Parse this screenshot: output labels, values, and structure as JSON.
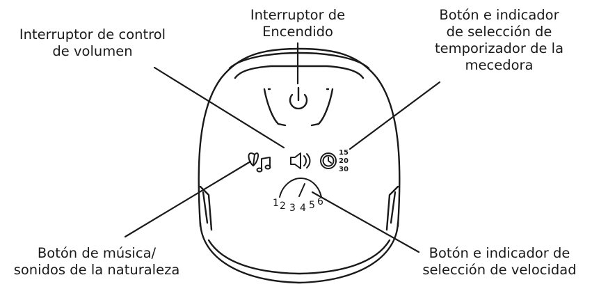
{
  "labels": {
    "power": [
      "Interruptor de",
      "Encendido"
    ],
    "volume": [
      "Interruptor de control",
      "de volumen"
    ],
    "timer": [
      "Botón e indicador",
      "de selección de",
      "temporizador de la",
      "mecedora"
    ],
    "music": [
      "Botón de música/",
      "sonidos de la naturaleza"
    ],
    "speed": [
      "Botón e indicador de",
      "selección de velocidad"
    ]
  },
  "device": {
    "timer_values": [
      "15",
      "20",
      "30"
    ],
    "speed_numbers": [
      "1",
      "2",
      "3",
      "4",
      "5",
      "6"
    ]
  },
  "icons": [
    "power-icon",
    "volume-icon",
    "nature-leaf-icon",
    "music-note-icon",
    "timer-clock-icon",
    "speed-dial-icon"
  ]
}
